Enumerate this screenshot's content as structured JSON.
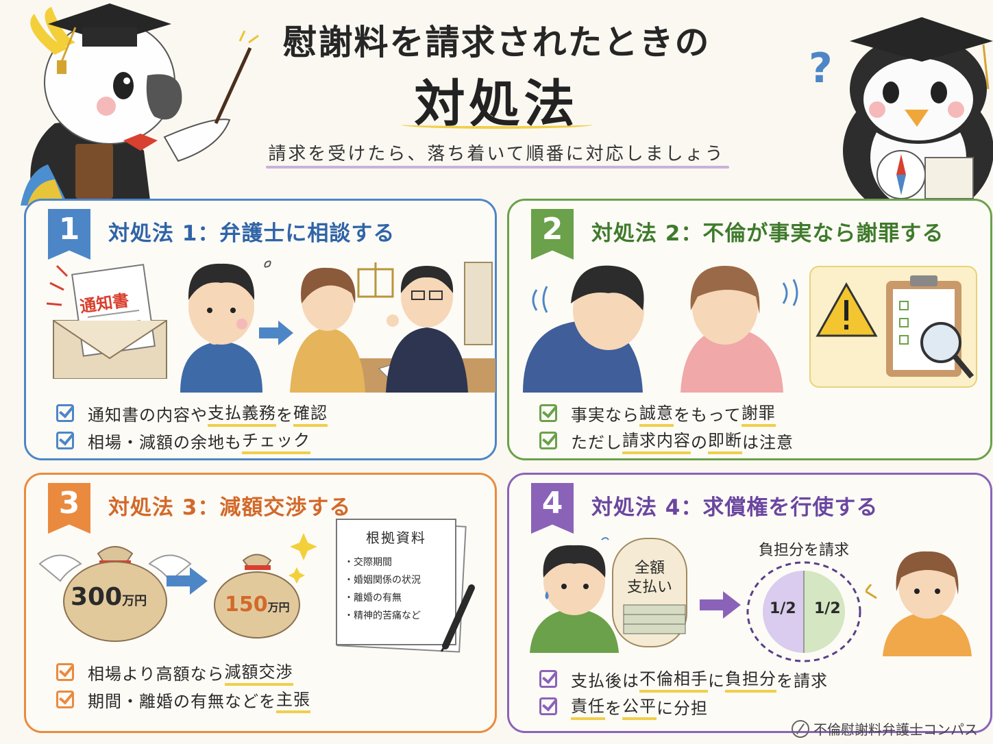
{
  "header": {
    "title_line1": "慰謝料を請求されたときの",
    "title_line2": "対処法",
    "subtitle": "請求を受けたら、落ち着いて順番に対応しましょう"
  },
  "panels": [
    {
      "number": "1",
      "title": "対処法 1：弁護士に相談する",
      "color": "#4d86c6",
      "illustration": {
        "document_label": "通知書"
      },
      "bullets": [
        {
          "pre": "通知書の内容や",
          "hl": "支払義務",
          "mid": "を",
          "hl2": "確認",
          "post": ""
        },
        {
          "pre": "相場・減額の余地も",
          "hl": "チェック",
          "mid": "",
          "hl2": "",
          "post": ""
        }
      ]
    },
    {
      "number": "2",
      "title": "対処法 2：不倫が事実なら謝罪する",
      "color": "#6aa14a",
      "bullets": [
        {
          "pre": "事実なら",
          "hl": "誠意",
          "mid": "をもって",
          "hl2": "謝罪",
          "post": ""
        },
        {
          "pre": "ただし",
          "hl": "請求内容",
          "mid": "の",
          "hl2": "即断",
          "post": "は注意"
        }
      ]
    },
    {
      "number": "3",
      "title": "対処法 3：減額交渉する",
      "color": "#ea8a3e",
      "illustration": {
        "amount_before": "300",
        "amount_after": "150",
        "unit": "万円",
        "doc_title": "根拠資料",
        "doc_items": [
          "・交際期間",
          "・婚姻関係の状況",
          "・離婚の有無",
          "・精神的苦痛など"
        ]
      },
      "bullets": [
        {
          "pre": "相場より高額なら",
          "hl": "減額交渉",
          "mid": "",
          "hl2": "",
          "post": ""
        },
        {
          "pre": "期間・離婚の有無などを",
          "hl": "主張",
          "mid": "",
          "hl2": "",
          "post": ""
        }
      ]
    },
    {
      "number": "4",
      "title": "対処法 4：求償権を行使する",
      "color": "#8a63b8",
      "illustration": {
        "bubble_line1": "全額",
        "bubble_line2": "支払い",
        "split_label": "負担分を請求",
        "half": "1/2"
      },
      "bullets": [
        {
          "pre": "支払後は",
          "hl": "不倫相手",
          "mid": "に",
          "hl2": "負担分",
          "post": "を請求"
        },
        {
          "pre": "",
          "hl": "責任",
          "mid": "を",
          "hl2": "公平",
          "post": "に分担"
        }
      ]
    }
  ],
  "footer": {
    "brand": "不倫慰謝料弁護士コンパス"
  }
}
